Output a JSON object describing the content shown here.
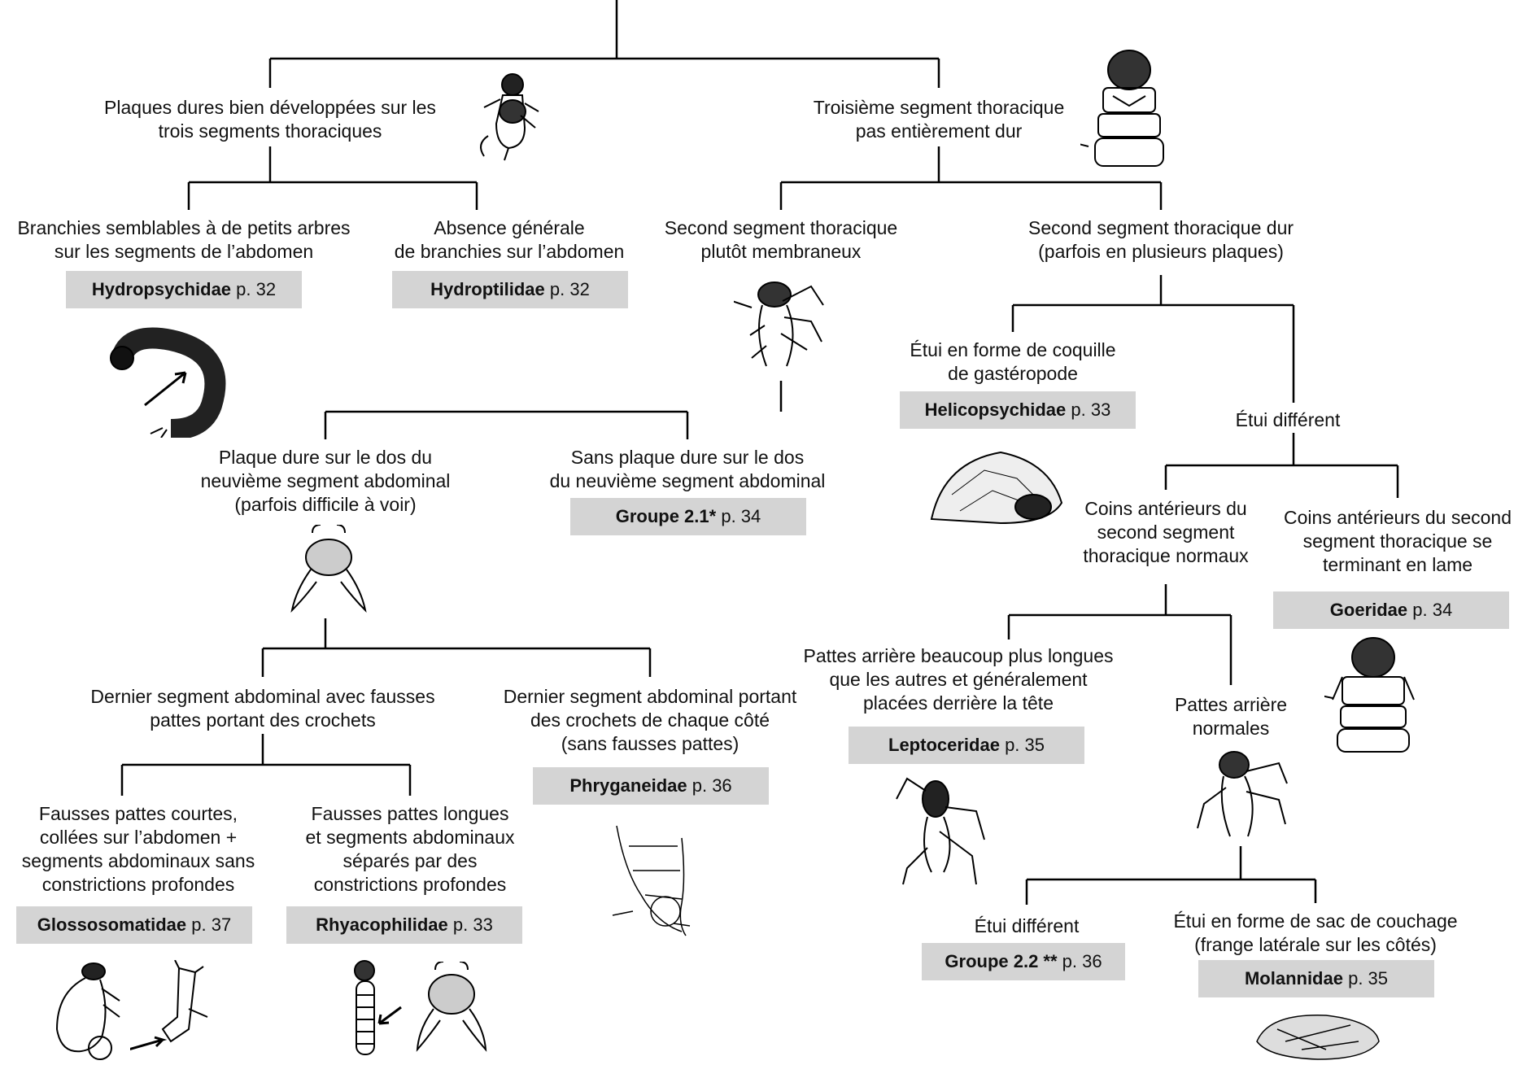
{
  "nodes": {
    "plaques_dures": [
      "Plaques dures bien développées sur les",
      "trois segments thoraciques"
    ],
    "troisieme_segment": [
      "Troisième segment thoracique",
      "pas entièrement dur"
    ],
    "branchies_arbres": [
      "Branchies semblables à de petits arbres",
      "sur les segments de l’abdomen"
    ],
    "absence_branchies": [
      "Absence générale",
      "de branchies sur l’abdomen"
    ],
    "second_membraneux": [
      "Second segment thoracique",
      "plutôt membraneux"
    ],
    "second_dur": [
      "Second segment thoracique dur",
      "(parfois en plusieurs plaques)"
    ],
    "etui_coquille": [
      "Étui en forme de coquille",
      "de gastéropode"
    ],
    "etui_different_1": [
      "Étui différent"
    ],
    "plaque_dos": [
      "Plaque dure sur le dos du",
      "neuvième segment abdominal",
      "(parfois difficile à voir)"
    ],
    "sans_plaque": [
      "Sans plaque dure sur le dos",
      "du neuvième segment abdominal"
    ],
    "coins_normaux": [
      "Coins antérieurs du",
      "second segment",
      "thoracique normaux"
    ],
    "coins_lame": [
      "Coins antérieurs du second",
      "segment thoracique se",
      "terminant en lame"
    ],
    "fausses_pattes_crochets": [
      "Dernier segment abdominal avec fausses",
      "pattes portant des crochets"
    ],
    "crochets_cote": [
      "Dernier segment abdominal portant",
      "des crochets de chaque côté",
      "(sans fausses pattes)"
    ],
    "pattes_longues": [
      "Pattes arrière beaucoup plus longues",
      "que les autres et généralement",
      "placées derrière la tête"
    ],
    "pattes_normales": [
      "Pattes arrière",
      "normales"
    ],
    "fausses_courtes": [
      "Fausses pattes courtes,",
      "collées sur l’abdomen +",
      "segments abdominaux sans",
      "constrictions profondes"
    ],
    "fausses_longues": [
      "Fausses pattes longues",
      "et segments abdominaux",
      "séparés par des",
      "constrictions profondes"
    ],
    "etui_different_2": [
      "Étui différent"
    ],
    "etui_sac": [
      "Étui en forme de sac de couchage",
      "(frange latérale sur les côtés)"
    ]
  },
  "results": {
    "hydropsychidae": {
      "name": "Hydropsychidae",
      "page": "p. 32"
    },
    "hydroptilidae": {
      "name": "Hydroptilidae",
      "page": "p. 32"
    },
    "helicopsychidae": {
      "name": "Helicopsychidae",
      "page": "p. 33"
    },
    "groupe21": {
      "name": "Groupe 2.1*",
      "page": "p. 34"
    },
    "goeridae": {
      "name": "Goeridae",
      "page": "p. 34"
    },
    "leptoceridae": {
      "name": "Leptoceridae",
      "page": "p. 35"
    },
    "phryganeidae": {
      "name": "Phryganeidae",
      "page": "p. 36"
    },
    "glossosomatidae": {
      "name": "Glossosomatidae",
      "page": "p. 37"
    },
    "rhyacophilidae": {
      "name": "Rhyacophilidae",
      "page": "p. 33"
    },
    "groupe22": {
      "name": "Groupe 2.2 **",
      "page": "p. 36"
    },
    "molannidae": {
      "name": "Molannidae",
      "page": "p. 35"
    }
  },
  "colors": {
    "result_box": "#d4d4d4",
    "line": "#000000",
    "text": "#111111"
  }
}
